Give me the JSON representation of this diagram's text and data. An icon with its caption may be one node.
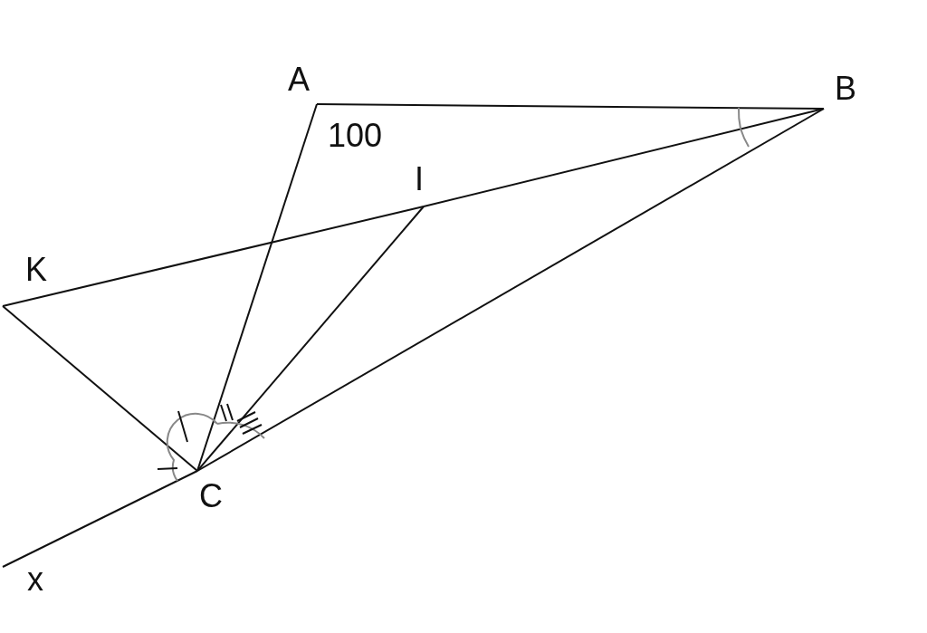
{
  "diagram": {
    "nodes": [
      {
        "text": [
          "A"
        ]
      },
      {
        "text": [
          "B"
        ]
      },
      {
        "text": [
          "I"
        ]
      },
      {
        "text": [
          "K"
        ]
      },
      {
        "text": [
          "C"
        ]
      },
      {
        "text": [
          "x"
        ]
      }
    ],
    "edges": [
      {
        "from": 0,
        "to": 1,
        "arrow": "none"
      },
      {
        "from": 0,
        "to": 4,
        "arrow": "none"
      },
      {
        "from": 1,
        "to": 2,
        "arrow": "none"
      },
      {
        "from": 2,
        "to": 3,
        "arrow": "none"
      },
      {
        "from": 1,
        "to": 4,
        "arrow": "none"
      },
      {
        "from": 4,
        "to": 5,
        "arrow": "none"
      },
      {
        "from": 4,
        "to": 2,
        "arrow": "none"
      },
      {
        "from": 4,
        "to": 3,
        "arrow": "none"
      }
    ],
    "labels": [
      "100"
    ]
  }
}
